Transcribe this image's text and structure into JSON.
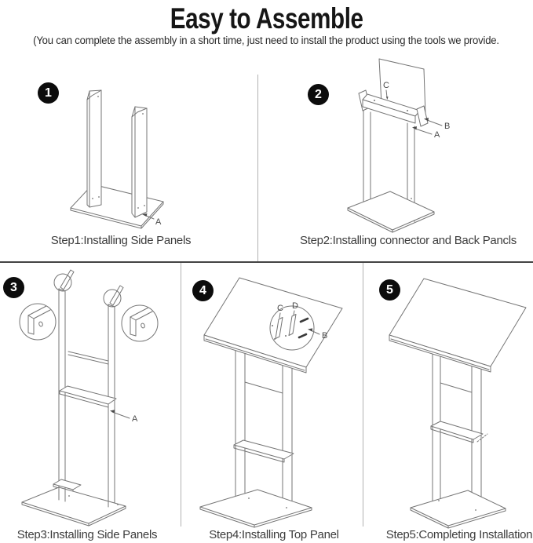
{
  "header": {
    "title": "Easy to Assemble",
    "subtitle": "(You can complete the assembly in a short time,  just need to install the product using the tools we provide."
  },
  "steps": [
    {
      "number": "1",
      "caption": "Step1:Installing Side Panels",
      "labels": [
        "A"
      ]
    },
    {
      "number": "2",
      "caption": "Step2:Installing connector and Back Pancls",
      "labels": [
        "C",
        "B",
        "A"
      ]
    },
    {
      "number": "3",
      "caption": "Step3:Installing Side Panels",
      "labels": [
        "A"
      ]
    },
    {
      "number": "4",
      "caption": "Step4:Installing Top Panel",
      "labels": [
        "C",
        "D",
        "B"
      ]
    },
    {
      "number": "5",
      "caption": "Step5:Completing Installation",
      "labels": []
    }
  ],
  "colors": {
    "badge_black": "#0c0c0c",
    "line_gray": "#757575",
    "divider_dark": "#434343",
    "divider_light": "#b3b3b3",
    "background": "#ffffff"
  }
}
